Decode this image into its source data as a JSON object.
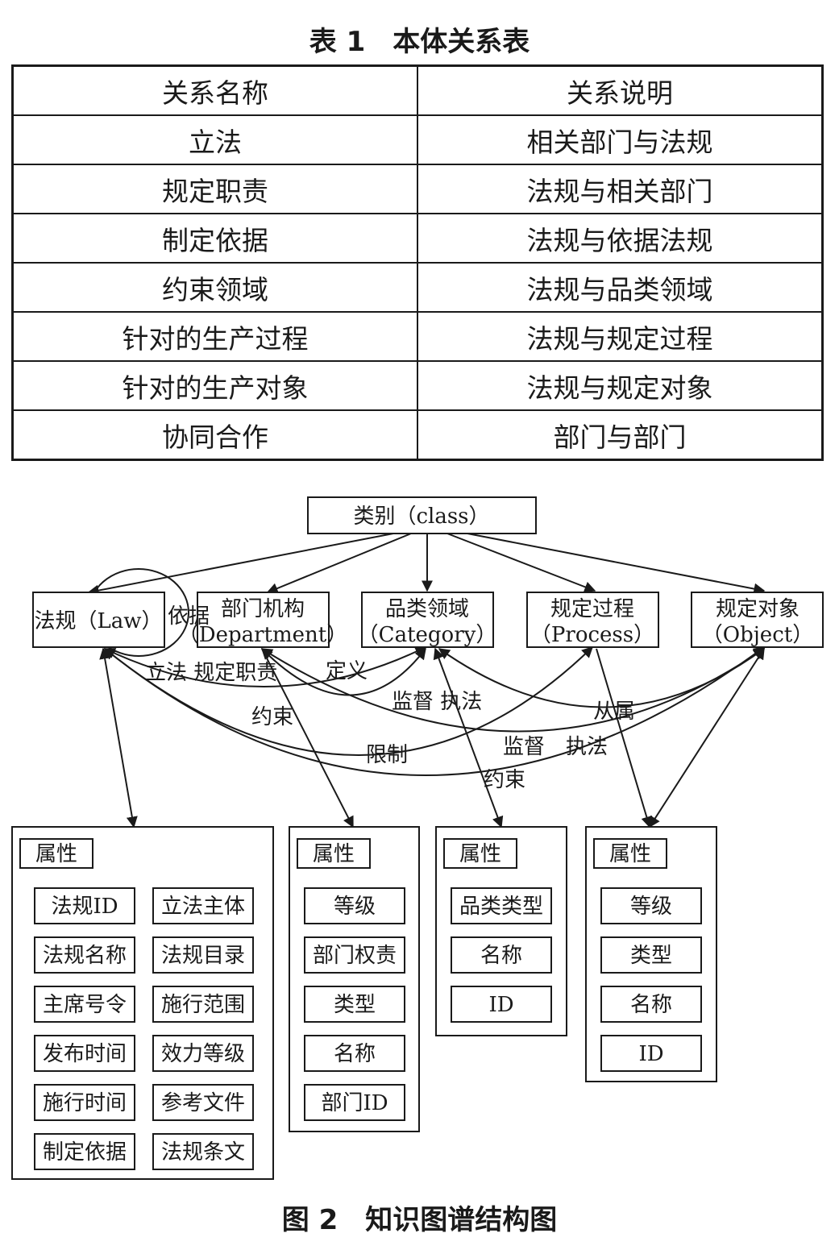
{
  "table": {
    "title": "表 1　本体关系表",
    "headers": [
      "关系名称",
      "关系说明"
    ],
    "rows": [
      [
        "立法",
        "相关部门与法规"
      ],
      [
        "规定职责",
        "法规与相关部门"
      ],
      [
        "制定依据",
        "法规与依据法规"
      ],
      [
        "约束领域",
        "法规与品类领域"
      ],
      [
        "针对的生产过程",
        "法规与规定过程"
      ],
      [
        "针对的生产对象",
        "法规与规定对象"
      ],
      [
        "协同合作",
        "部门与部门"
      ]
    ]
  },
  "figure": {
    "caption": "图 2　知识图谱结构图",
    "root": "类别（class）",
    "classes": [
      {
        "id": "law",
        "label": "法规（Law）"
      },
      {
        "id": "dept",
        "line1": "部门机构",
        "line2": "（Department）"
      },
      {
        "id": "cat",
        "line1": "品类领域",
        "line2": "（Category）"
      },
      {
        "id": "proc",
        "line1": "规定过程",
        "line2": "（Process）"
      },
      {
        "id": "obj",
        "line1": "规定对象",
        "line2": "（Object）"
      }
    ],
    "relations": {
      "self": "依据",
      "lifa": "立法 规定职责",
      "dingyi": "定义",
      "jiandu1": "监督 执法",
      "yueshu1": "约束",
      "congshu": "从属",
      "jiandu2": "监督　执法",
      "xianzhi": "限制",
      "yueshu2": "约束"
    },
    "attr_title": "属性",
    "attr_groups": {
      "law": [
        "法规ID",
        "立法主体",
        "法规名称",
        "法规目录",
        "主席号令",
        "施行范围",
        "发布时间",
        "效力等级",
        "施行时间",
        "参考文件",
        "制定依据",
        "法规条文"
      ],
      "dept": [
        "等级",
        "部门权责",
        "类型",
        "名称",
        "部门ID"
      ],
      "cat": [
        "品类类型",
        "名称",
        "ID"
      ],
      "obj": [
        "等级",
        "类型",
        "名称",
        "ID"
      ]
    }
  }
}
